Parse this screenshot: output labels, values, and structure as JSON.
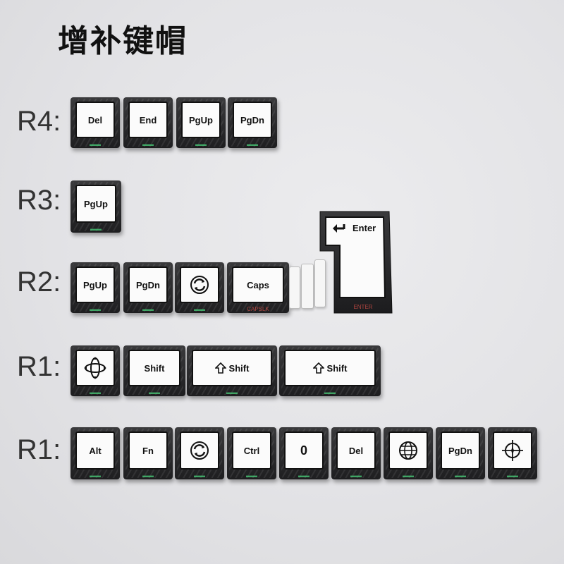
{
  "title": "增补键帽",
  "rows": {
    "r4": {
      "label": "R4:",
      "keys": [
        "Del",
        "End",
        "PgUp",
        "PgDn"
      ]
    },
    "r3": {
      "label": "R3:",
      "keys": [
        "PgUp"
      ]
    },
    "r2": {
      "label": "R2:",
      "keys": [
        "PgUp",
        "PgDn",
        "",
        "Caps"
      ],
      "enter": "Enter",
      "front_caps": "CAPSLK",
      "front_enter": "ENTER"
    },
    "r1_mods": {
      "label": "R1:",
      "keys": [
        "",
        "Shift",
        "Shift",
        "Shift"
      ]
    },
    "r1_bottom": {
      "label": "R1:",
      "keys": [
        "Alt",
        "Fn",
        "",
        "Ctrl",
        "0",
        "Del",
        "",
        "PgDn",
        ""
      ]
    }
  },
  "icons": [
    "sync-icon",
    "orbit-icon",
    "globe-icon",
    "crosshair-icon",
    "shift-arrow-icon",
    "enter-arrow-icon"
  ],
  "colors": {
    "legend_front_green": "#4ad07a",
    "legend_front_red": "#e0524a"
  }
}
